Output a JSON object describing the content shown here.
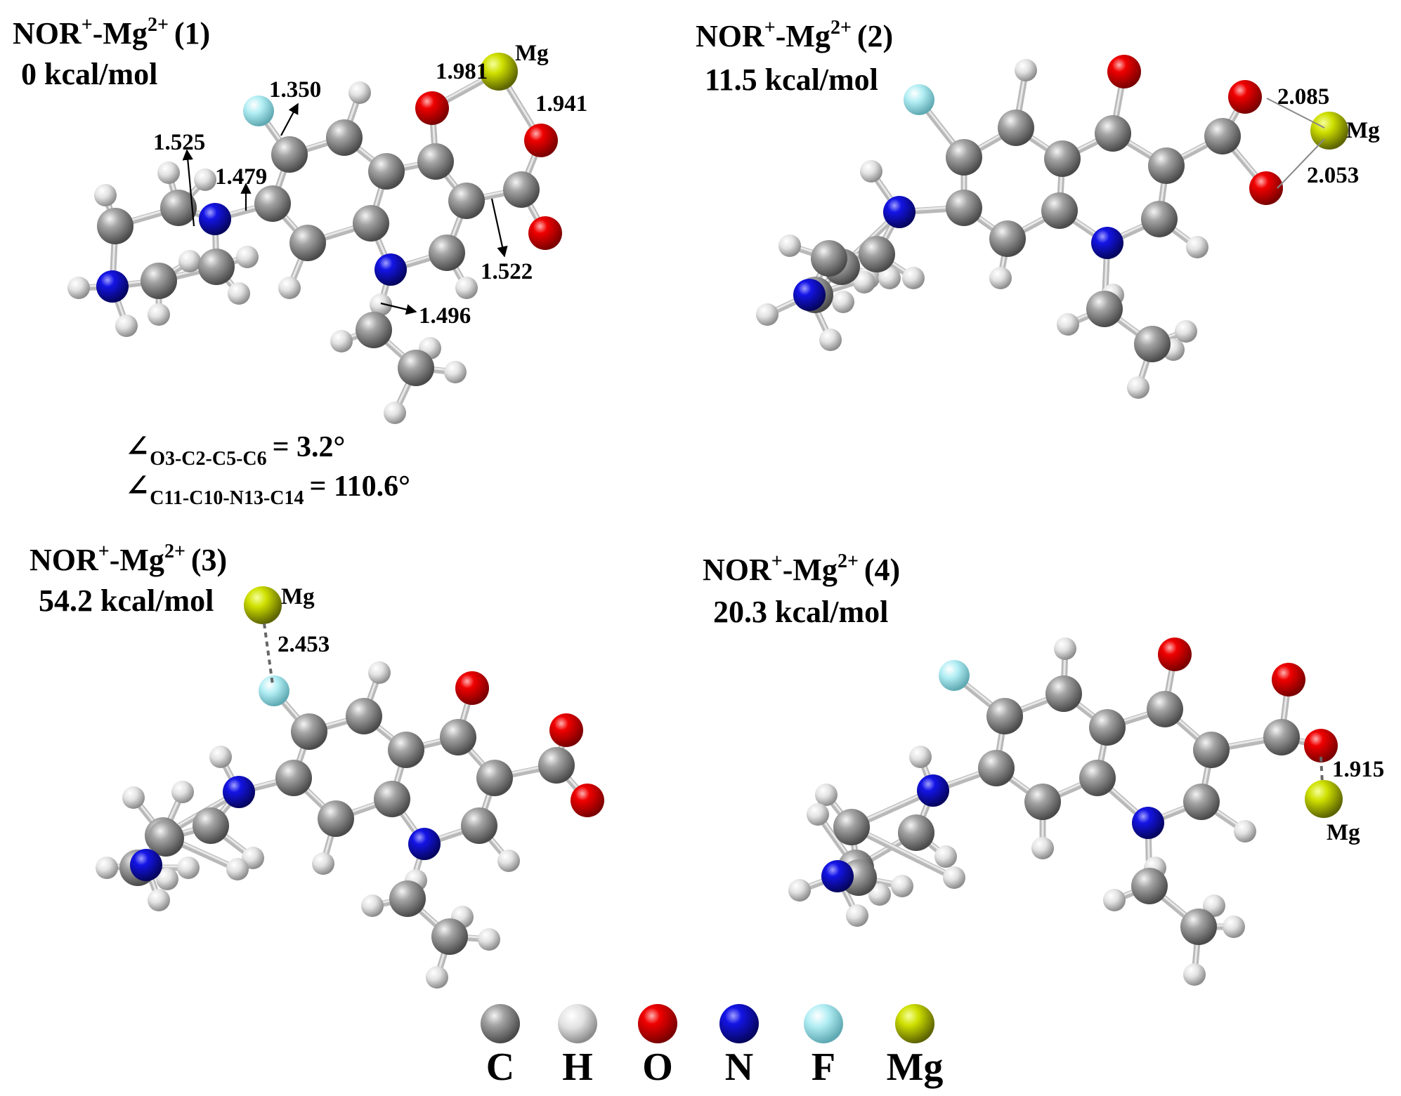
{
  "colors": {
    "C": "#8a8a8a",
    "H": "#dcdcdc",
    "O": "#e00000",
    "N": "#1010d8",
    "F": "#a8ecf2",
    "Mg": "#c8d800"
  },
  "panels": [
    {
      "title": "NOR",
      "title_sup": "+",
      "title_mid": "-Mg",
      "title_sup2": "2+",
      "title_idx": "(1)",
      "energy": "0 kcal/mol"
    },
    {
      "title": "NOR",
      "title_sup": "+",
      "title_mid": "-Mg",
      "title_sup2": "2+",
      "title_idx": "(2)",
      "energy": "11.5 kcal/mol"
    },
    {
      "title": "NOR",
      "title_sup": "+",
      "title_mid": "-Mg",
      "title_sup2": "2+",
      "title_idx": "(3)",
      "energy": "54.2 kcal/mol"
    },
    {
      "title": "NOR",
      "title_sup": "+",
      "title_mid": "-Mg",
      "title_sup2": "2+",
      "title_idx": "(4)",
      "energy": "20.3 kcal/mol"
    }
  ],
  "mg_label": "Mg",
  "distances_1": {
    "d1350": "1.350",
    "d1981": "1.981",
    "d1941": "1.941",
    "d1525": "1.525",
    "d1479": "1.479",
    "d1522": "1.522",
    "d1496": "1.496"
  },
  "angles_1": [
    {
      "symbol": "∠",
      "sub": "O3-C2-C5-C6",
      "value": "= 3.2°"
    },
    {
      "symbol": "∠",
      "sub": "C11-C10-N13-C14",
      "value": "= 110.6°"
    }
  ],
  "distances_2": {
    "a": "2.085",
    "b": "2.053"
  },
  "distances_3": {
    "a": "2.453"
  },
  "distances_4": {
    "a": "1.915"
  },
  "legend": [
    {
      "el": "C",
      "label": "C"
    },
    {
      "el": "H",
      "label": "H"
    },
    {
      "el": "O",
      "label": "O"
    },
    {
      "el": "N",
      "label": "N"
    },
    {
      "el": "F",
      "label": "F"
    },
    {
      "el": "Mg",
      "label": "Mg"
    }
  ]
}
